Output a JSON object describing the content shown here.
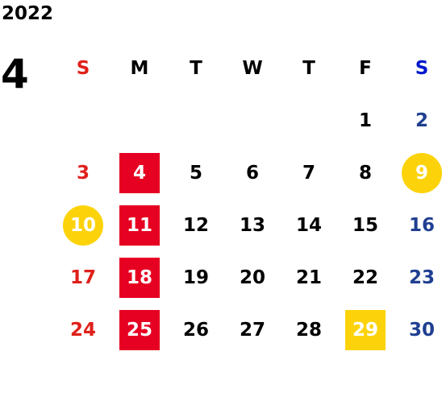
{
  "header": {
    "year": "2022",
    "month": "4"
  },
  "colors": {
    "sunday_red": "#e0201a",
    "saturday_blue": "#1f3f91",
    "saturday_header_blue": "#0018cc",
    "holiday_square_red": "#e60022",
    "highlight_yellow": "#fcd30a",
    "text_black": "#000000",
    "on_mark_text": "#ffffff"
  },
  "weekdays": [
    {
      "label": "S",
      "color": "#e0201a"
    },
    {
      "label": "M",
      "color": "#000000"
    },
    {
      "label": "T",
      "color": "#000000"
    },
    {
      "label": "W",
      "color": "#000000"
    },
    {
      "label": "T",
      "color": "#000000"
    },
    {
      "label": "F",
      "color": "#000000"
    },
    {
      "label": "S",
      "color": "#0018cc"
    }
  ],
  "weeks": [
    [
      {
        "day": ""
      },
      {
        "day": ""
      },
      {
        "day": ""
      },
      {
        "day": ""
      },
      {
        "day": ""
      },
      {
        "day": "1",
        "color": "#000000"
      },
      {
        "day": "2",
        "color": "#1f3f91"
      }
    ],
    [
      {
        "day": "3",
        "color": "#e0201a"
      },
      {
        "day": "4",
        "color": "#ffffff",
        "mark": "square",
        "mark_color": "#e60022"
      },
      {
        "day": "5",
        "color": "#000000"
      },
      {
        "day": "6",
        "color": "#000000"
      },
      {
        "day": "7",
        "color": "#000000"
      },
      {
        "day": "8",
        "color": "#000000"
      },
      {
        "day": "9",
        "color": "#ffffff",
        "mark": "circle",
        "mark_color": "#fcd30a"
      }
    ],
    [
      {
        "day": "10",
        "color": "#ffffff",
        "mark": "circle",
        "mark_color": "#fcd30a"
      },
      {
        "day": "11",
        "color": "#ffffff",
        "mark": "square",
        "mark_color": "#e60022"
      },
      {
        "day": "12",
        "color": "#000000"
      },
      {
        "day": "13",
        "color": "#000000"
      },
      {
        "day": "14",
        "color": "#000000"
      },
      {
        "day": "15",
        "color": "#000000"
      },
      {
        "day": "16",
        "color": "#1f3f91"
      }
    ],
    [
      {
        "day": "17",
        "color": "#e0201a"
      },
      {
        "day": "18",
        "color": "#ffffff",
        "mark": "square",
        "mark_color": "#e60022"
      },
      {
        "day": "19",
        "color": "#000000"
      },
      {
        "day": "20",
        "color": "#000000"
      },
      {
        "day": "21",
        "color": "#000000"
      },
      {
        "day": "22",
        "color": "#000000"
      },
      {
        "day": "23",
        "color": "#1f3f91"
      }
    ],
    [
      {
        "day": "24",
        "color": "#e0201a"
      },
      {
        "day": "25",
        "color": "#ffffff",
        "mark": "square",
        "mark_color": "#e60022"
      },
      {
        "day": "26",
        "color": "#000000"
      },
      {
        "day": "27",
        "color": "#000000"
      },
      {
        "day": "28",
        "color": "#000000"
      },
      {
        "day": "29",
        "color": "#ffffff",
        "mark": "square",
        "mark_color": "#fcd30a"
      },
      {
        "day": "30",
        "color": "#1f3f91"
      }
    ]
  ]
}
